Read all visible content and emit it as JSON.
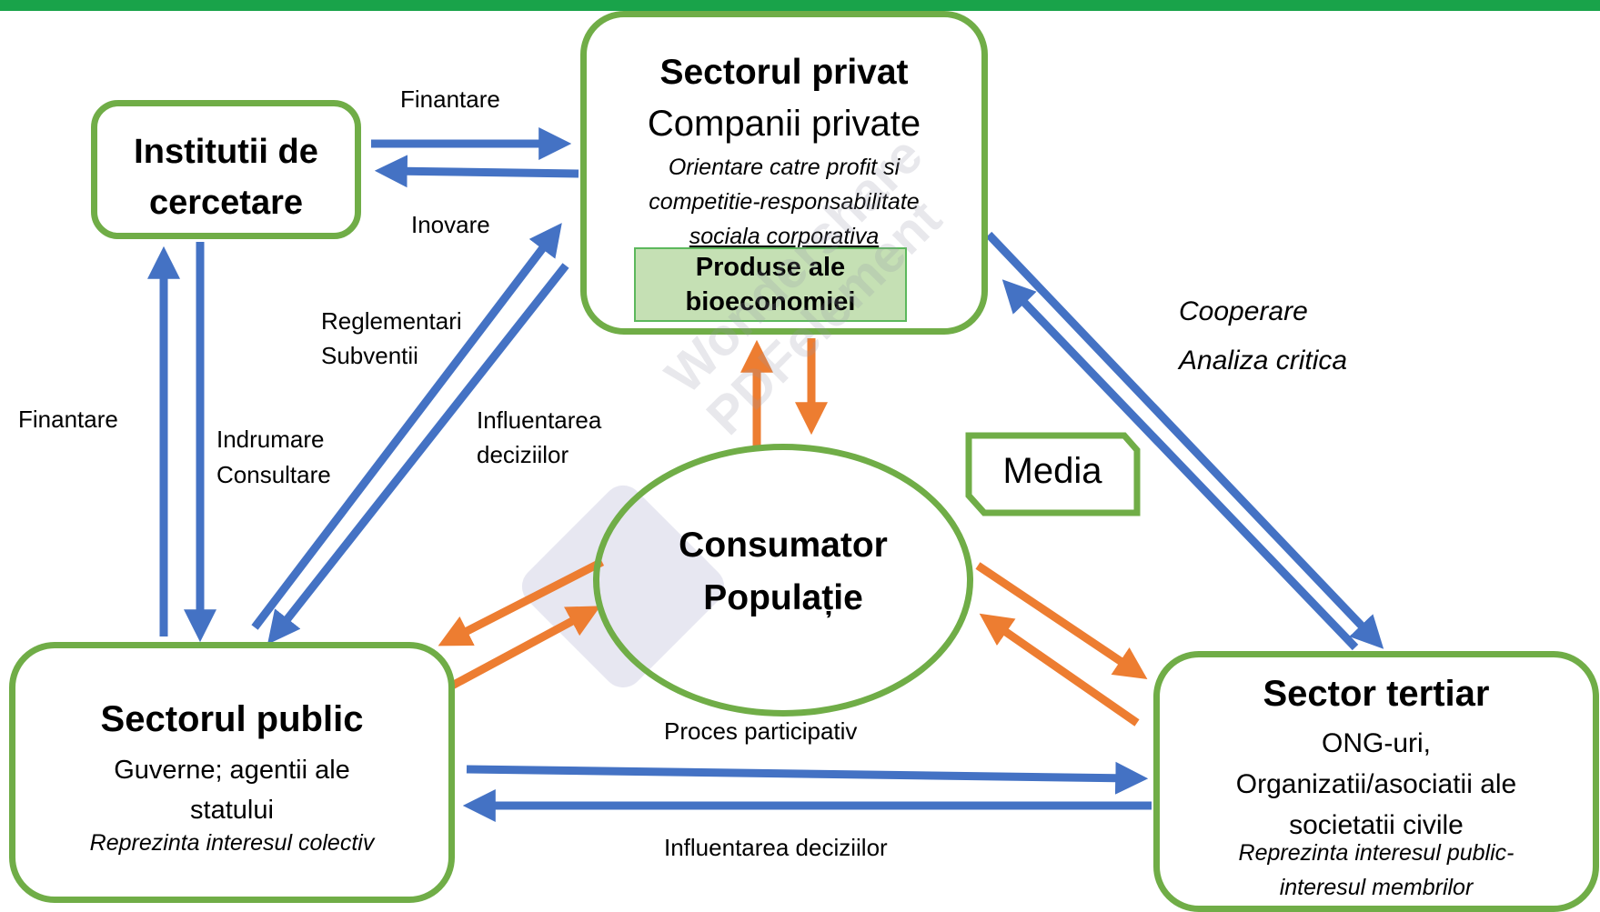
{
  "nodes": {
    "research": {
      "title_line1": "Institutii de",
      "title_line2": "cercetare"
    },
    "private": {
      "title": "Sectorul privat",
      "subtitle": "Companii private",
      "desc_line1": "Orientare catre profit si",
      "desc_line2": "competitie-responsabilitate",
      "desc_line3": "sociala corporativa",
      "products_line1": "Produse ale",
      "products_line2": "bioeconomiei"
    },
    "public": {
      "title": "Sectorul public",
      "subtitle_line1": "Guverne; agentii ale",
      "subtitle_line2": "statului",
      "desc": "Reprezinta interesul colectiv"
    },
    "tertiary": {
      "title": "Sector tertiar",
      "line1": "ONG-uri,",
      "line2": "Organizatii/asociatii ale",
      "line3": "societatii civile",
      "desc_line1": "Reprezinta interesul public-",
      "desc_line2": "interesul membrilor"
    },
    "consumer": {
      "line1": "Consumator",
      "line2": "Populație"
    },
    "media": {
      "label": "Media"
    }
  },
  "edge_labels": {
    "finantare_top": "Finantare",
    "inovare": "Inovare",
    "reglementari": "Reglementari",
    "subventii": "Subventii",
    "finantare_left": "Finantare",
    "indrumare": "Indrumare",
    "consultare": "Consultare",
    "influentarea_1": "Influentarea",
    "influentarea_2": "deciziilor",
    "cooperare": "Cooperare",
    "analiza": "Analiza critica",
    "proces": "Proces participativ",
    "influentarea_bottom": "Influentarea deciziilor"
  },
  "watermark": {
    "line1": "Wondershare",
    "line2": "PDFelement"
  },
  "colors": {
    "box_border": "#70ad47",
    "blue_arrow": "#4472c4",
    "orange_arrow": "#ed7d31",
    "products_fill": "#c5e0b4",
    "top_bar": "#19a34a"
  }
}
